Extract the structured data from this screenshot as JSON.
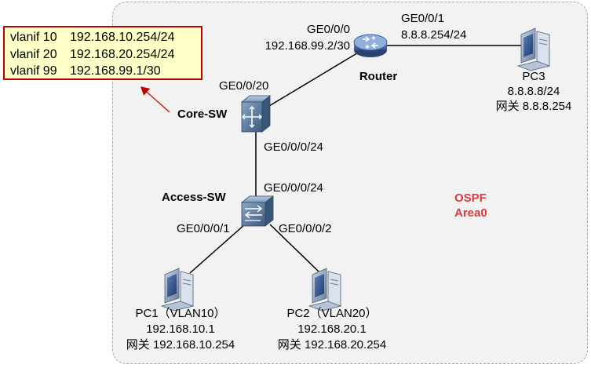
{
  "vlanif_box": {
    "rows": [
      {
        "name": "vlanif 10",
        "ip": "192.168.10.254/24"
      },
      {
        "name": "vlanif 20",
        "ip": "192.168.20.254/24"
      },
      {
        "name": "vlanif 99",
        "ip": "192.168.99.1/30"
      }
    ]
  },
  "area": {
    "protocol": "OSPF",
    "area": "Area0",
    "protocol_color": "#e03a3a"
  },
  "router": {
    "name": "Router",
    "port_left": "GE0/0/0",
    "ip_left": "192.168.99.2/30",
    "port_right": "GE0/0/1",
    "ip_right": "8.8.8.254/24"
  },
  "core_sw": {
    "name": "Core-SW",
    "port_up": "GE0/0/20",
    "port_down": "GE0/0/0/24"
  },
  "access_sw": {
    "name": "Access-SW",
    "port_up": "GE0/0/0/24",
    "port_left": "GE0/0/0/1",
    "port_right": "GE0/0/0/2"
  },
  "pc1": {
    "name": "PC1（VLAN10）",
    "ip": "192.168.10.1",
    "gateway": "网关 192.168.10.254"
  },
  "pc2": {
    "name": "PC2（VLAN20）",
    "ip": "192.168.20.1",
    "gateway": "网关 192.168.20.254"
  },
  "pc3": {
    "name": "PC3",
    "ip": "8.8.8.8/24",
    "gateway": "网关 8.8.8.254"
  },
  "colors": {
    "router_body": "#4a6fa5",
    "switch_body": "#5a7898",
    "callout_border": "#c00000",
    "callout_fill": "#ffffc8"
  }
}
